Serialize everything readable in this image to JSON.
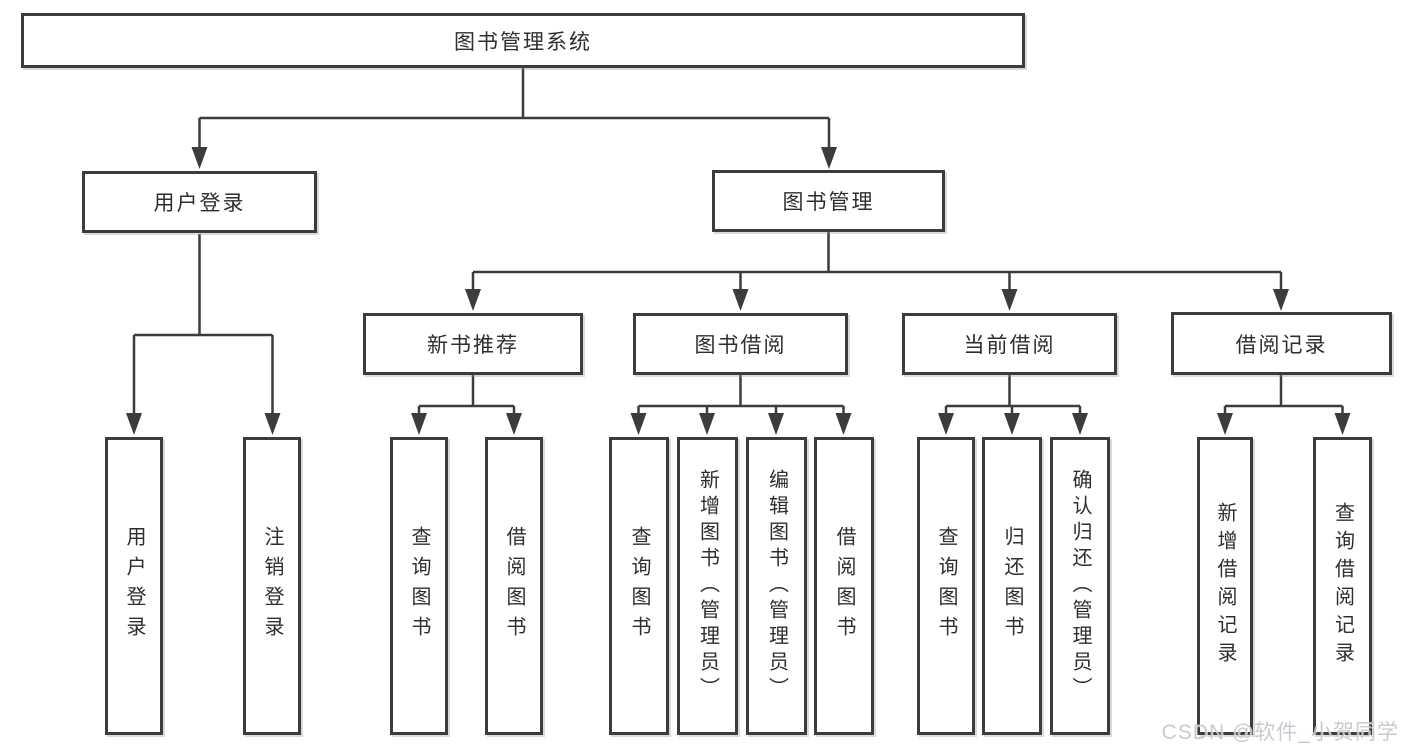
{
  "diagram": {
    "title": "图书管理系统",
    "root": {
      "label": "图书管理系统"
    },
    "level2": [
      {
        "label": "用户登录"
      },
      {
        "label": "图书管理"
      }
    ],
    "level3": [
      {
        "label": "新书推荐"
      },
      {
        "label": "图书借阅"
      },
      {
        "label": "当前借阅"
      },
      {
        "label": "借阅记录"
      }
    ],
    "leaves": [
      {
        "label": "用户登录"
      },
      {
        "label": "注销登录"
      },
      {
        "label": "查询图书"
      },
      {
        "label": "借阅图书"
      },
      {
        "label": "查询图书"
      },
      {
        "label": "新增图书（管理员）"
      },
      {
        "label": "编辑图书（管理员）"
      },
      {
        "label": "借阅图书"
      },
      {
        "label": "查询图书"
      },
      {
        "label": "归还图书"
      },
      {
        "label": "确认归还（管理员）"
      },
      {
        "label": "新增借阅记录"
      },
      {
        "label": "查询借阅记录"
      }
    ],
    "watermark": "CSDN @软件_小贺同学",
    "colors": {
      "line": "#3c3c3c",
      "box_border": "#3c3c3c",
      "text": "#2e2e2e",
      "background": "#ffffff",
      "watermark": "#c3c7cc"
    }
  }
}
